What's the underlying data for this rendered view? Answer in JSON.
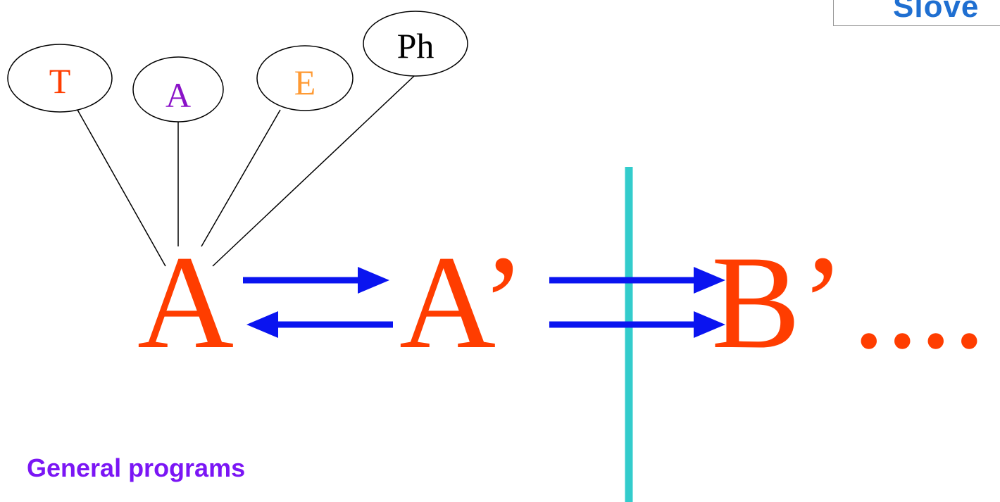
{
  "logo": {
    "text": "Slove"
  },
  "nodes": [
    {
      "id": "T",
      "label": "T",
      "color": "#ff3d00"
    },
    {
      "id": "A_top",
      "label": "A",
      "color": "#8a12c8"
    },
    {
      "id": "E",
      "label": "E",
      "color": "#ff9a33"
    },
    {
      "id": "Ph",
      "label": "Ph",
      "color": "#000000"
    }
  ],
  "equation": {
    "term1": "A",
    "term2": "A’",
    "term3": "B’",
    "ellipsis": "....",
    "color": "#ff3d00",
    "arrow_color": "#0a14f0"
  },
  "barrier": {
    "color": "#33cccc"
  },
  "caption": {
    "text": "General programs"
  }
}
